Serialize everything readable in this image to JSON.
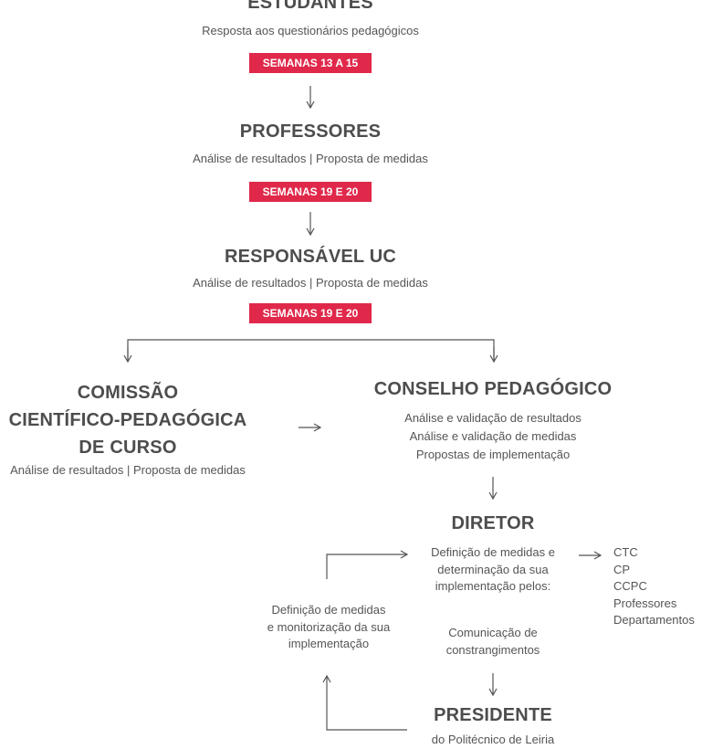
{
  "estudantes": {
    "title": "ESTUDANTES",
    "subtitle": "Resposta aos questionários pedagógicos",
    "badge": "SEMANAS 13 A 15"
  },
  "professores": {
    "title": "PROFESSORES",
    "subtitle": "Análise de resultados | Proposta de medidas",
    "badge": "SEMANAS 19 E 20"
  },
  "responsavel_uc": {
    "title": "RESPONSÁVEL UC",
    "subtitle": "Análise de resultados | Proposta de medidas",
    "badge": "SEMANAS 19 E 20"
  },
  "comissao": {
    "title_lines": [
      "COMISSÃO",
      "CIENTÍFICO-PEDAGÓGICA",
      "DE CURSO"
    ],
    "subtitle": "Análise de resultados | Proposta de medidas"
  },
  "conselho": {
    "title": "CONSELHO PEDAGÓGICO",
    "lines": [
      "Análise e validação de resultados",
      "Análise e validação de medidas",
      "Propostas de implementação"
    ]
  },
  "diretor": {
    "title": "DIRETOR",
    "lines": [
      "Definição de medidas e",
      "determinação da sua",
      "implementação pelos:"
    ],
    "recipients": [
      "CTC",
      "CP",
      "CCPC",
      "Professores",
      "Departamentos"
    ],
    "comunicacao_lines": [
      "Comunicação de",
      "constrangimentos"
    ]
  },
  "monitorizacao": {
    "lines": [
      "Definição de medidas",
      "e monitorização da sua",
      "implementação"
    ]
  },
  "presidente": {
    "title": "PRESIDENTE",
    "subtitle": "do Politécnico de Leiria"
  },
  "colors": {
    "accent": "#e0284a",
    "text": "#4d4d4d",
    "line": "#555555"
  }
}
